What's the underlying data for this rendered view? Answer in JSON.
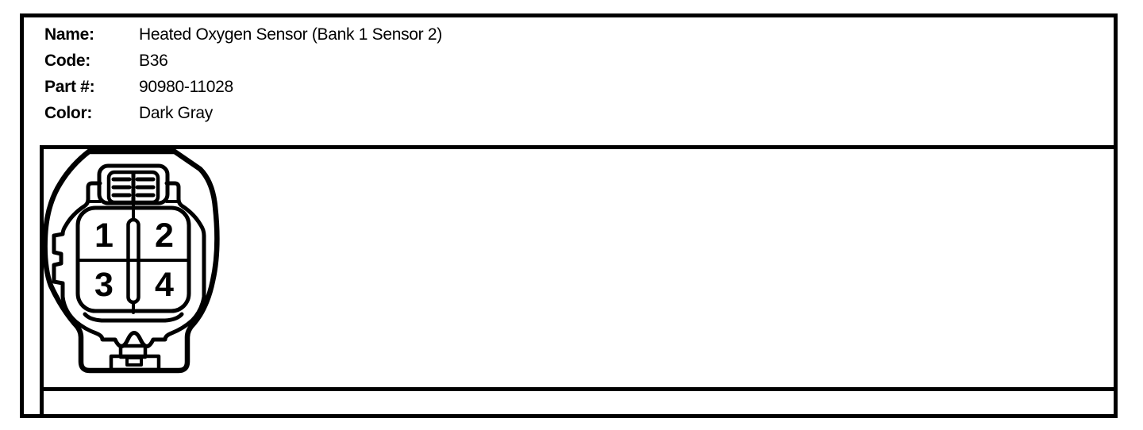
{
  "header": {
    "rows": [
      {
        "label": "Name:",
        "value": "Heated Oxygen Sensor (Bank 1 Sensor 2)"
      },
      {
        "label": "Code:",
        "value": "B36"
      },
      {
        "label": "Part #:",
        "value": "90980-11028"
      },
      {
        "label": "Color:",
        "value": "Dark Gray"
      }
    ]
  },
  "connector": {
    "icon": "4-pin-oval-connector-front-view",
    "pins": [
      "1",
      "2",
      "3",
      "4"
    ]
  },
  "colors": {
    "ink": "#000000",
    "paper": "#ffffff"
  }
}
